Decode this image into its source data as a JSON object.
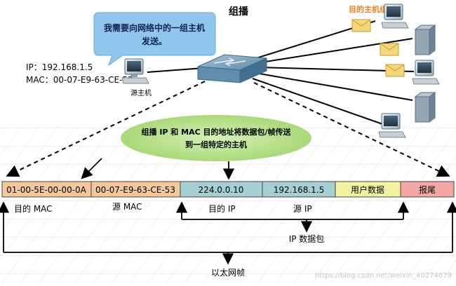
{
  "title": "组播",
  "speech_bubble": {
    "line1": "我需要向网络中的一组主机",
    "line2": "发送。"
  },
  "source_host": {
    "ip": "IP：192.168.1.5",
    "mac": "MAC：00-07-E9-63-CE-53",
    "label": "源主机"
  },
  "target_group_label": "目的主机组",
  "ellipse_note": {
    "line1": "组播 IP 和 MAC 目的地址将数据包/帧传送",
    "line2": "到一组特定的主机"
  },
  "frame": {
    "cells": [
      {
        "text": "01-00-5E-00-00-0A",
        "color": "#f6c79a"
      },
      {
        "text": "00-07-E9-63-CE-53",
        "color": "#f6c79a"
      },
      {
        "text": "224.0.0.10",
        "color": "#a5cfd2"
      },
      {
        "text": "192.168.1.5",
        "color": "#a5cfd2"
      },
      {
        "text": "用户数据",
        "color": "#f3f2a0"
      },
      {
        "text": "报尾",
        "color": "#f4a7a4"
      }
    ],
    "labels": {
      "dest_mac": "目的 MAC",
      "src_mac": "源 MAC",
      "dest_ip": "目的 IP",
      "src_ip": "源 IP",
      "ip_packet": "IP 数据包",
      "ethernet_frame": "以太网帧"
    }
  },
  "watermark": "https://blog.csdn.net/weixin_40274679",
  "colors": {
    "accent_orange": "#f07d1e",
    "ellipse_green": "#b9e38a",
    "switch_blue": "#5c8aa6"
  }
}
